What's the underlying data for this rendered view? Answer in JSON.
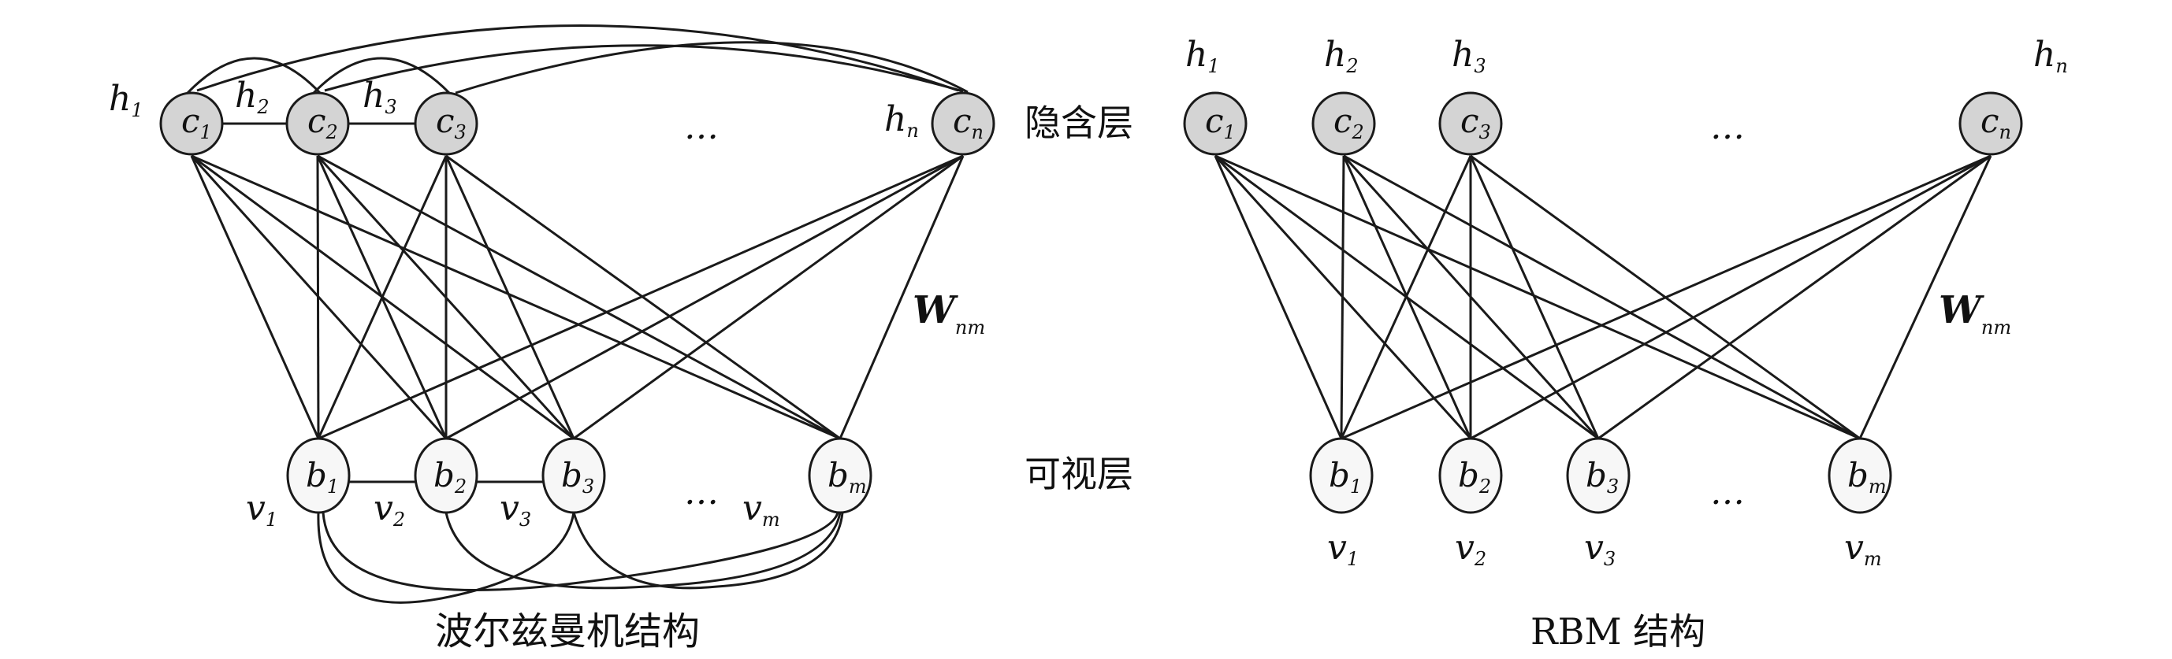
{
  "left_diagram": {
    "caption": "波尔兹曼机结构",
    "hidden_layer_label": "隐含层",
    "visible_layer_label": "可视层",
    "hidden_nodes": [
      {
        "main": "c",
        "sub": "1",
        "label_main": "h",
        "label_sub": "1"
      },
      {
        "main": "c",
        "sub": "2",
        "label_main": "h",
        "label_sub": "2"
      },
      {
        "main": "c",
        "sub": "3",
        "label_main": "h",
        "label_sub": "3"
      },
      {
        "main": "c",
        "sub": "n",
        "label_main": "h",
        "label_sub": "n"
      }
    ],
    "visible_nodes": [
      {
        "main": "b",
        "sub": "1",
        "label_main": "v",
        "label_sub": "1"
      },
      {
        "main": "b",
        "sub": "2",
        "label_main": "v",
        "label_sub": "2"
      },
      {
        "main": "b",
        "sub": "3",
        "label_main": "v",
        "label_sub": "3"
      },
      {
        "main": "b",
        "sub": "m",
        "label_main": "v",
        "label_sub": "m"
      }
    ],
    "ellipsis": "…",
    "weight_main": "W",
    "weight_sub": "nm"
  },
  "right_diagram": {
    "caption": "RBM 结构",
    "hidden_nodes": [
      {
        "main": "c",
        "sub": "1",
        "label_main": "h",
        "label_sub": "1"
      },
      {
        "main": "c",
        "sub": "2",
        "label_main": "h",
        "label_sub": "2"
      },
      {
        "main": "c",
        "sub": "3",
        "label_main": "h",
        "label_sub": "3"
      },
      {
        "main": "c",
        "sub": "n",
        "label_main": "h",
        "label_sub": "n"
      }
    ],
    "visible_nodes": [
      {
        "main": "b",
        "sub": "1",
        "label_main": "v",
        "label_sub": "1"
      },
      {
        "main": "b",
        "sub": "2",
        "label_main": "v",
        "label_sub": "2"
      },
      {
        "main": "b",
        "sub": "3",
        "label_main": "v",
        "label_sub": "3"
      },
      {
        "main": "b",
        "sub": "m",
        "label_main": "v",
        "label_sub": "m"
      }
    ],
    "ellipsis": "…",
    "weight_main": "W",
    "weight_sub": "nm"
  },
  "colors": {
    "hidden_node_fill": "#d4d4d4",
    "visible_node_fill": "#f7f7f7",
    "stroke": "#1a1a1a"
  }
}
